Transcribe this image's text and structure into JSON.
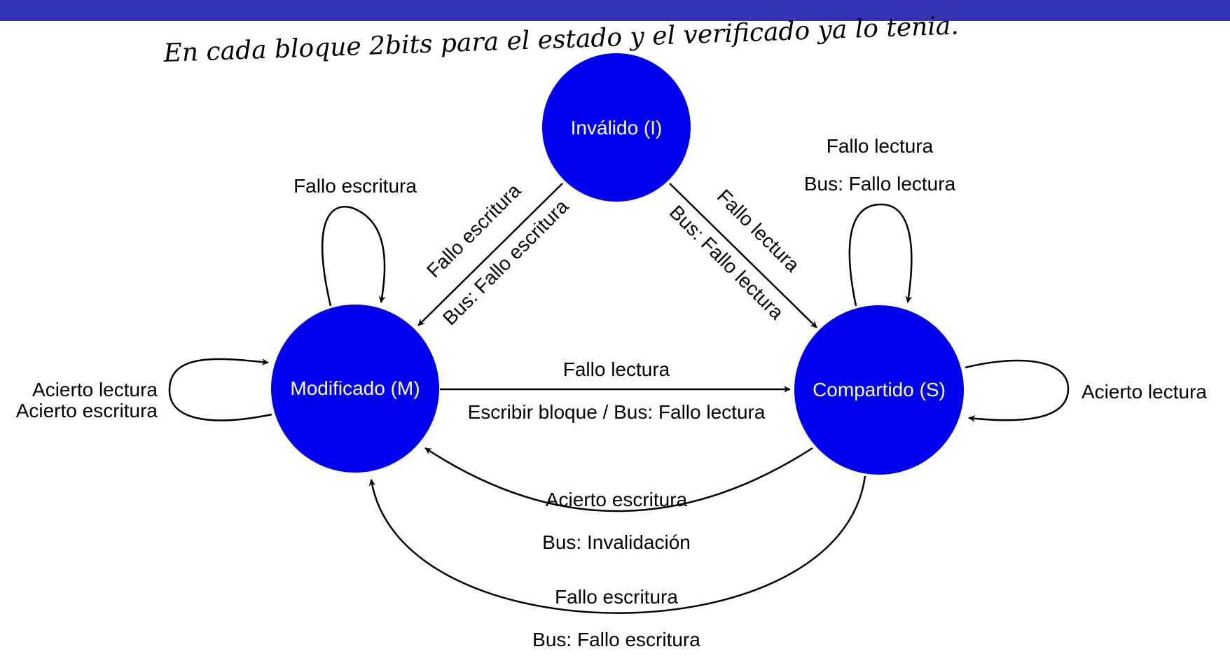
{
  "handwritten_note": "En cada bloque 2bits para el estado y el verificado ya lo tenia.",
  "colors": {
    "state_fill": "#0000ee",
    "banner": "#3333b3",
    "edge": "#000000"
  },
  "states": {
    "invalid": "Inválido (I)",
    "modified": "Modificado (M)",
    "shared": "Compartido (S)"
  },
  "transitions": {
    "m_self_top": "Fallo escritura",
    "m_self_left_1": "Acierto lectura",
    "m_self_left_2": "Acierto escritura",
    "i_to_m_1": "Fallo escritura",
    "i_to_m_2": "Bus: Fallo escritura",
    "i_to_s_1": "Fallo lectura",
    "i_to_s_2": "Bus: Fallo lectura",
    "s_self_top_1": "Fallo lectura",
    "s_self_top_2": "Bus: Fallo lectura",
    "s_self_right": "Acierto lectura",
    "m_to_s_1": "Fallo lectura",
    "m_to_s_2": "Escribir bloque / Bus: Fallo lectura",
    "s_to_m_inner_1": "Acierto escritura",
    "s_to_m_inner_2": "Bus: Invalidación",
    "s_to_m_outer_1": "Fallo escritura",
    "s_to_m_outer_2": "Bus: Fallo escritura"
  }
}
